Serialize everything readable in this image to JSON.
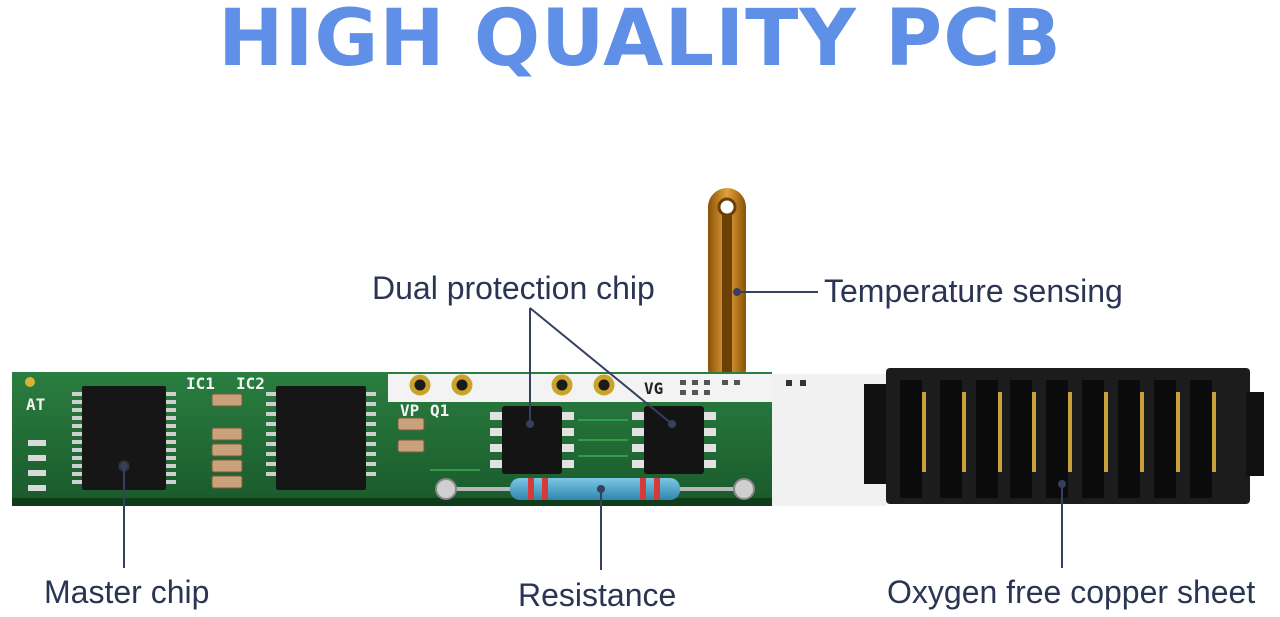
{
  "title": "HIGH QUALITY PCB",
  "labels": {
    "dual_protection_chip": "Dual protection chip",
    "temperature_sensing": "Temperature sensing",
    "master_chip": "Master chip",
    "resistance": "Resistance",
    "oxygen_free_copper_sheet": "Oxygen free copper sheet"
  },
  "silkscreen": {
    "ic1": "IC1",
    "ic2": "IC2",
    "vp": "VP",
    "q1": "Q1",
    "vg": "VG",
    "at": "AT"
  },
  "colors": {
    "title": "#5f8fe6",
    "label_text": "#2a3553",
    "pcb_green": "#1e6a34",
    "connector": "#1c1c1c",
    "gold": "#c8a13a",
    "flex_cable": "#c8820f",
    "resistor_body": "#4aa7d0",
    "resistor_band": "#d43a3a"
  }
}
